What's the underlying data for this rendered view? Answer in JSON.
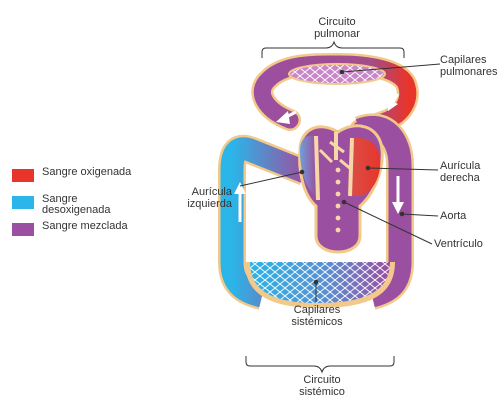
{
  "legend": [
    {
      "label": "Sangre oxigenada",
      "color": "#e8352a"
    },
    {
      "label": "Sangre desoxigenada",
      "color": "#2bb5e8"
    },
    {
      "label": "Sangre mezclada",
      "color": "#9b4fa0"
    }
  ],
  "labels": {
    "circuito_pulmonar": "Circuito pulmonar",
    "capilares_pulmonares": "Capilares pulmonares",
    "auricula_izquierda": "Aurícula izquierda",
    "auricula_derecha": "Aurícula derecha",
    "aorta": "Aorta",
    "ventriculo": "Ventrículo",
    "capilares_sistemicos": "Capilares sistémicos",
    "circuito_sistemico": "Circuito sistémico"
  },
  "colors": {
    "oxygenated": "#e8352a",
    "deoxygenated": "#2bb5e8",
    "mixed": "#9b4fa0",
    "outline": "#f2c98a",
    "septum": "#f6d8a8"
  }
}
